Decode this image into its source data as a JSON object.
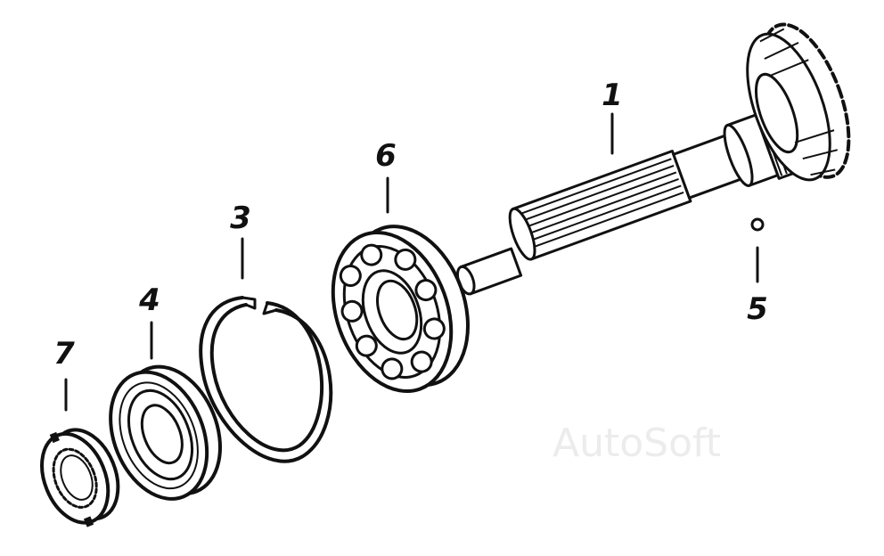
{
  "parts": [
    {
      "id": "1"
    },
    {
      "id": "3"
    },
    {
      "id": "4"
    },
    {
      "id": "5"
    },
    {
      "id": "6"
    },
    {
      "id": "7"
    }
  ],
  "watermark": "AutoSoft",
  "colors": {
    "ink": "#111111",
    "paper": "#ffffff",
    "watermark": "#ececec"
  }
}
